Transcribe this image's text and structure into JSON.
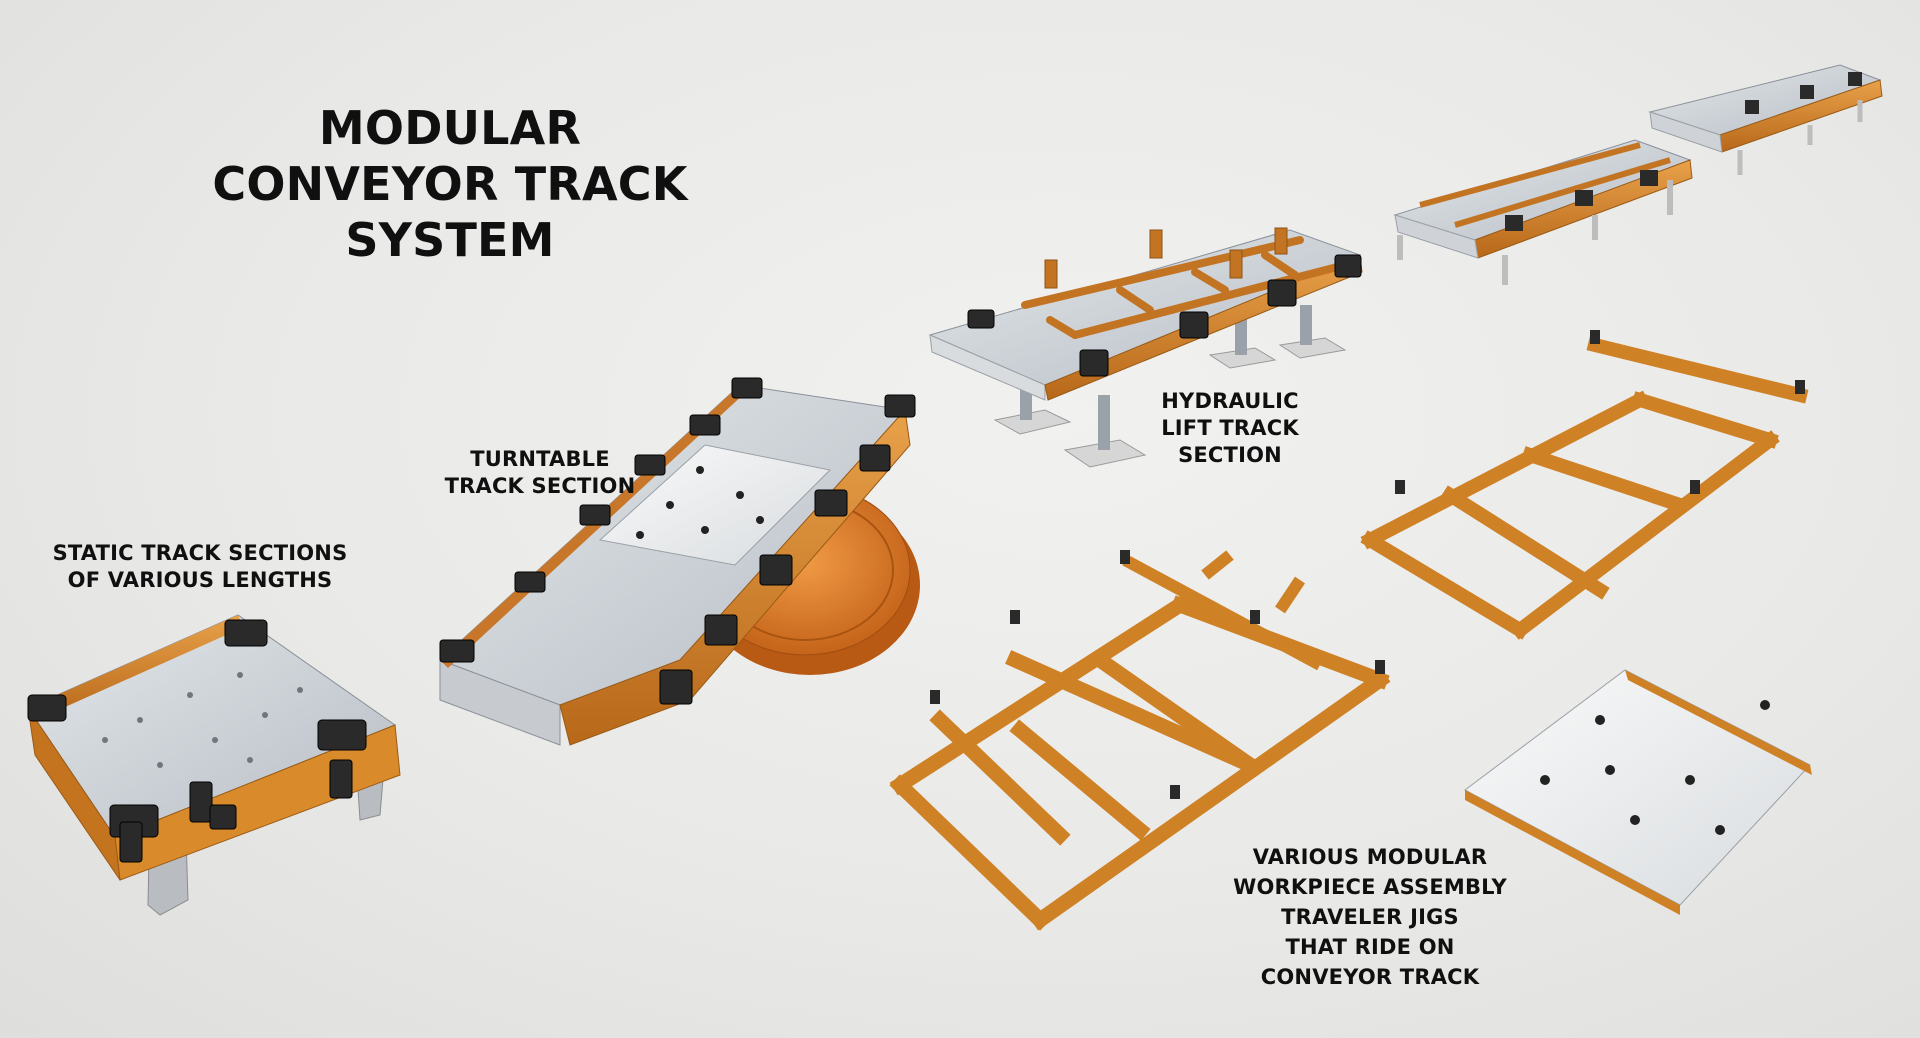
{
  "title": {
    "line1": "MODULAR",
    "line2": "CONVEYOR TRACK SYSTEM"
  },
  "labels": {
    "static": [
      "STATIC TRACK SECTIONS",
      "OF VARIOUS LENGTHS"
    ],
    "turntable": [
      "TURNTABLE",
      "TRACK SECTION"
    ],
    "hydraulic": [
      "HYDRAULIC",
      "LIFT TRACK",
      "SECTION"
    ],
    "jigs": [
      "VARIOUS MODULAR",
      "WORKPIECE ASSEMBLY",
      "TRAVELER JIGS",
      "THAT RIDE ON",
      "CONVEYOR TRACK"
    ]
  },
  "colors": {
    "background": "#e9e9e7",
    "frame_orange": "#d98a2b",
    "frame_orange_dark": "#a8601a",
    "plate_gray": "#c6ccd2",
    "clamp_black": "#2a2a2a",
    "text": "#101010"
  }
}
